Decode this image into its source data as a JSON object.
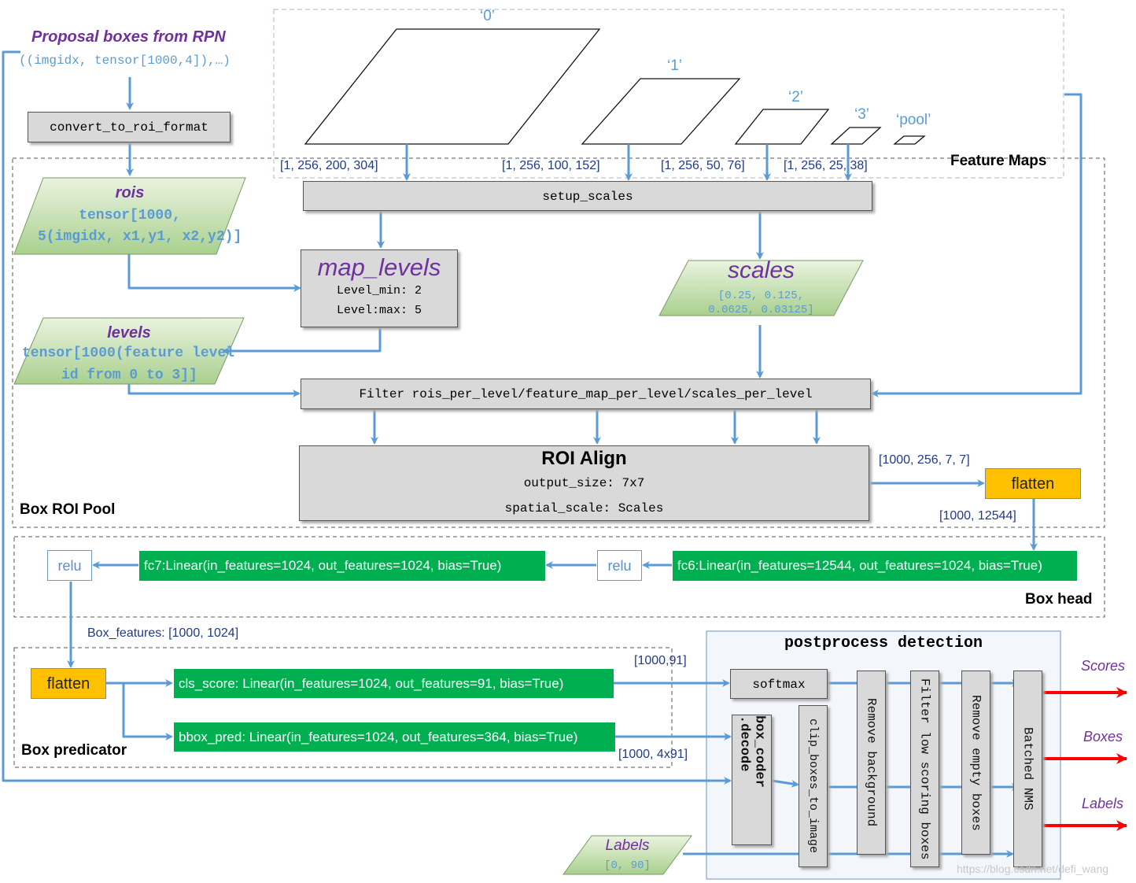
{
  "proposal": {
    "title": "Proposal boxes from RPN",
    "code": "((imgidx, tensor[1000,4]),…)"
  },
  "convert_label": "convert_to_roi_format",
  "feature_maps": {
    "title": "Feature Maps",
    "names": [
      "‘0’",
      "‘1’",
      "‘2’",
      "‘3’",
      "‘pool’"
    ],
    "shapes": [
      "[1, 256, 200, 304]",
      "[1, 256, 100, 152]",
      "[1, 256, 50, 76]",
      "[1, 256, 25, 38]"
    ]
  },
  "setup_scales_label": "setup_scales",
  "rois": {
    "title": "rois",
    "line1": "tensor[1000,",
    "line2": "5(imgidx, x1,y1, x2,y2)]"
  },
  "map_levels": {
    "title": "map_levels",
    "line1": "Level_min: 2",
    "line2": "Level:max: 5"
  },
  "scales": {
    "title": "scales",
    "line1": "[0.25, 0.125,",
    "line2": "0.0625, 0.03125]"
  },
  "levels": {
    "title": "levels",
    "line1": "tensor[1000(feature level",
    "line2": "id from 0 to 3]]"
  },
  "filter_label": "Filter rois_per_level/feature_map_per_level/scales_per_level",
  "roi_align": {
    "title": "ROI Align",
    "line1": "output_size: 7x7",
    "line2": "spatial_scale: Scales"
  },
  "box_roi_pool_label": "Box ROI Pool",
  "roi_out_shape": "[1000, 256, 7, 7]",
  "flatten_label": "flatten",
  "flatten_out_shape": "[1000, 12544]",
  "box_head": {
    "title": "Box head",
    "fc6": "fc6:Linear(in_features=12544, out_features=1024, bias=True)",
    "relu": "relu",
    "fc7": "fc7:Linear(in_features=1024, out_features=1024, bias=True)"
  },
  "box_features_label": "Box_features: [1000, 1024]",
  "box_predicator": {
    "title": "Box predicator",
    "flatten": "flatten",
    "cls_score": "cls_score: Linear(in_features=1024, out_features=91, bias=True)",
    "bbox_pred": "bbox_pred: Linear(in_features=1024, out_features=364, bias=True)",
    "cls_shape": "[1000,91]",
    "bbox_shape": "[1000, 4x91]"
  },
  "postprocess": {
    "title": "postprocess detection",
    "softmax": "softmax",
    "box_coder": "box_coder .decode",
    "clip_boxes": "clip_boxes_to_image",
    "remove_bg": "Remove background",
    "filter_low": "Filter low scoring boxes",
    "remove_empty": "Remove empty boxes",
    "batched_nms": "Batched NMS"
  },
  "labels_input": {
    "title": "Labels",
    "value": "[0, 90]"
  },
  "outputs": [
    "Scores",
    "Boxes",
    "Labels"
  ],
  "watermark": "https://blog.csdn.net/defi_wang",
  "colors": {
    "arrow": "#5b9bd5",
    "output_arrow": "#ff0000",
    "green": "#00b050",
    "orange": "#ffc000",
    "purple": "#7030a0"
  }
}
